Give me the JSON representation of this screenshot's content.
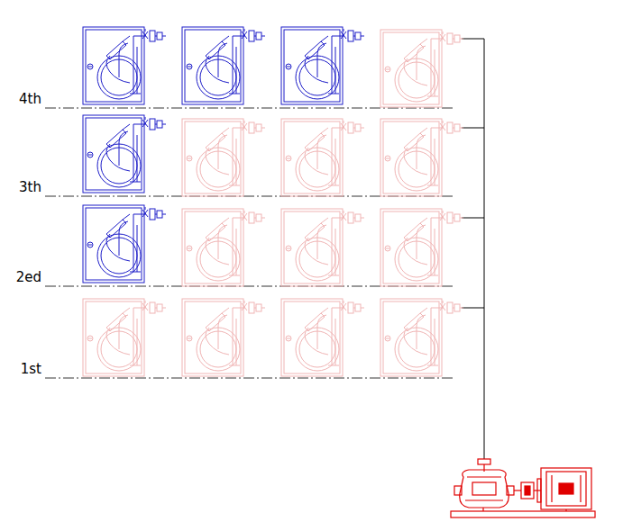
{
  "diagram": {
    "labels": [
      "4th",
      "3th",
      "2ed",
      "1st"
    ]
  }
}
